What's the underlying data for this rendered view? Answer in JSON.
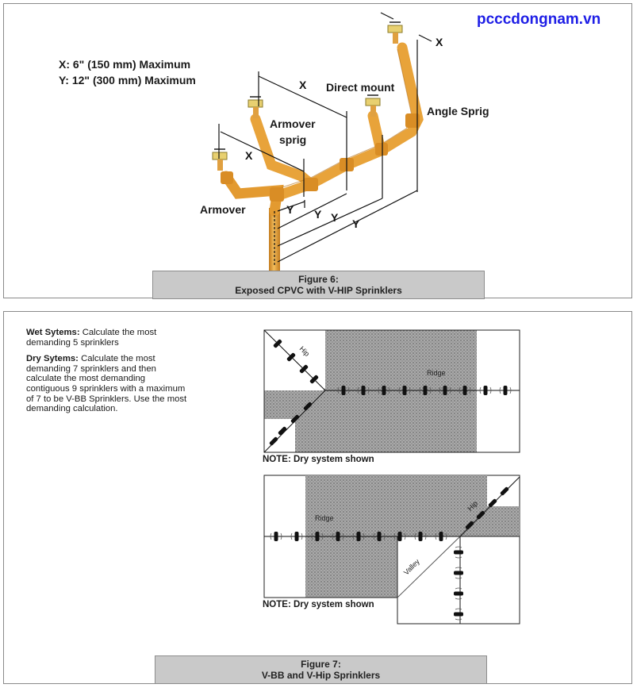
{
  "brand": {
    "site": "pcccdongnam.vn"
  },
  "figure6": {
    "legend_x": "X: 6\" (150 mm) Maximum",
    "legend_y": "Y: 12\" (300 mm) Maximum",
    "labels": {
      "direct_mount": "Direct mount",
      "angle_sprig": "Angle Sprig",
      "armover_sprig_line1": "Armover",
      "armover_sprig_line2": "sprig",
      "armover": "Armover",
      "x": "X",
      "y": "Y"
    },
    "caption_title": "Figure 6:",
    "caption_subtitle": "Exposed CPVC with V-HIP Sprinklers"
  },
  "figure7": {
    "wet_label": "Wet Sytems:",
    "wet_text": "Calculate the most demanding 5 sprinklers",
    "dry_label": "Dry Sytems:",
    "dry_text": "Calculate the most demanding 7 sprinklers and then calculate the most demanding contiguous 9 sprinklers with a maximum of 7 to be V-BB Sprinklers. Use the most demanding calculation.",
    "diagram_top": {
      "hip": "Hip",
      "ridge": "Ridge",
      "note": "NOTE: Dry system shown"
    },
    "diagram_bottom": {
      "hip": "Hip",
      "ridge": "Ridge",
      "valley": "Valley",
      "note": "NOTE: Dry system shown"
    },
    "caption_title": "Figure 7:",
    "caption_subtitle": "V-BB and V-Hip Sprinklers"
  },
  "colors": {
    "pipe": "#e8a33a",
    "pipe_shade": "#c77d1e",
    "brand": "#1e1ee6",
    "caption_bg": "#c9c9c9",
    "stipple": "#9a9a9a"
  }
}
